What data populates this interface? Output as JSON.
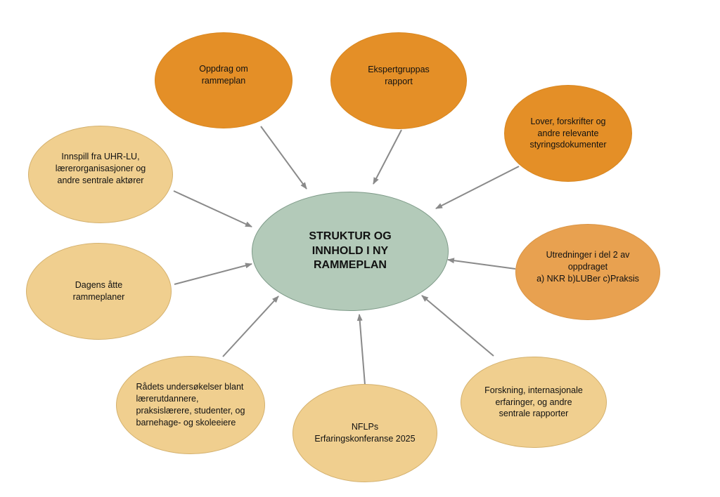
{
  "diagram": {
    "center": {
      "line1": "STRUKTUR OG",
      "line2": "INNHOLD I NY",
      "line3": "RAMMEPLAN"
    },
    "nodes": {
      "oppdrag": {
        "line1": "Oppdrag om",
        "line2": "rammeplan"
      },
      "ekspertgruppa": {
        "line1": "Ekspertgruppas",
        "line2": "rapport"
      },
      "lover": {
        "line1": "Lover, forskrifter og",
        "line2": "andre relevante",
        "line3": "styringsdokumenter"
      },
      "innspill": {
        "line1": "Innspill fra UHR-LU,",
        "line2": "lærerorganisasjoner og",
        "line3": "andre sentrale aktører"
      },
      "dagens": {
        "line1": "Dagens åtte",
        "line2": "rammeplaner"
      },
      "utredninger": {
        "line1": "Utredninger i del 2 av",
        "line2": "oppdraget",
        "line3": "a) NKR  b)LUBer  c)Praksis"
      },
      "forskning": {
        "line1": "Forskning, internasjonale",
        "line2": "erfaringer, og andre",
        "line3": "sentrale rapporter"
      },
      "nflp": {
        "line1": "NFLPs",
        "line2": "Erfaringskonferanse 2025"
      },
      "radets": {
        "line1": "Rådets undersøkelser blant",
        "line2": "lærerutdannere,",
        "line3": "praksislærere, studenter, og",
        "line4": "barnehage- og skoleeiere"
      }
    },
    "colors": {
      "dark_orange": "#e48f27",
      "medium_orange": "#e8a150",
      "light_orange": "#f0cf8f",
      "center_green": "#b3cab9",
      "arrow_gray": "#8a8a8a"
    }
  }
}
